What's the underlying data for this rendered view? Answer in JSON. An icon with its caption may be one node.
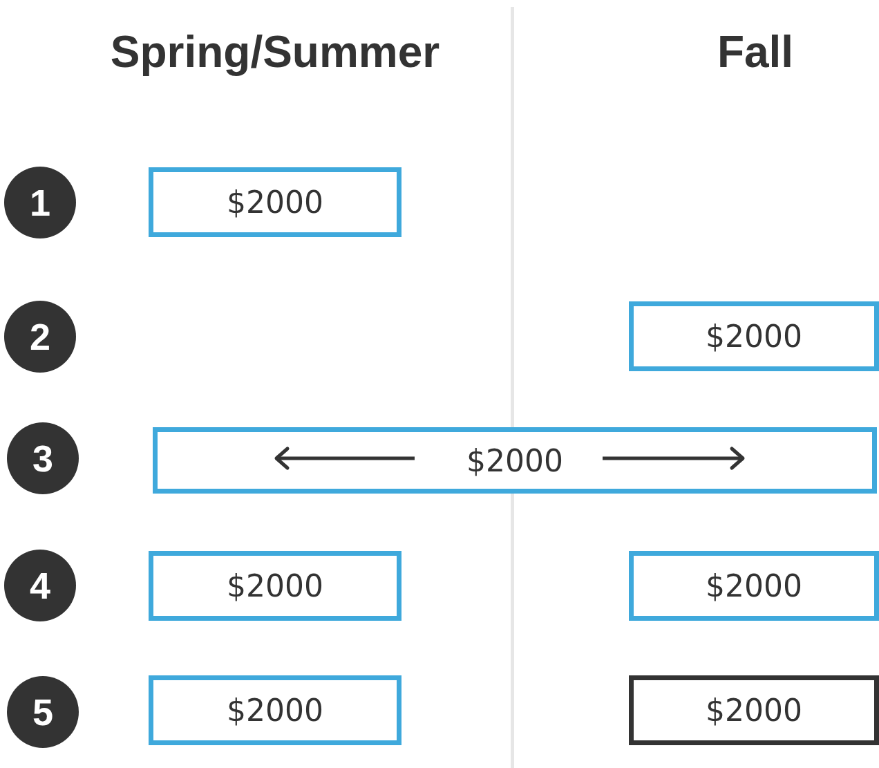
{
  "diagram": {
    "nodes": [
      {
        "text": [
          "1"
        ]
      },
      {
        "text": [
          "$2000"
        ]
      },
      {
        "text": [
          "2"
        ]
      },
      {
        "text": [
          "$2000"
        ]
      },
      {
        "text": [
          "3"
        ]
      },
      {
        "text": [
          "$2000"
        ]
      },
      {
        "text": [
          "4"
        ]
      },
      {
        "text": [
          "$2000"
        ]
      },
      {
        "text": [
          "$2000"
        ]
      },
      {
        "text": [
          "5"
        ]
      },
      {
        "text": [
          "$2000"
        ]
      },
      {
        "text": [
          "$2000"
        ]
      }
    ],
    "labels": [
      "Spring/Summer",
      "Fall"
    ]
  }
}
